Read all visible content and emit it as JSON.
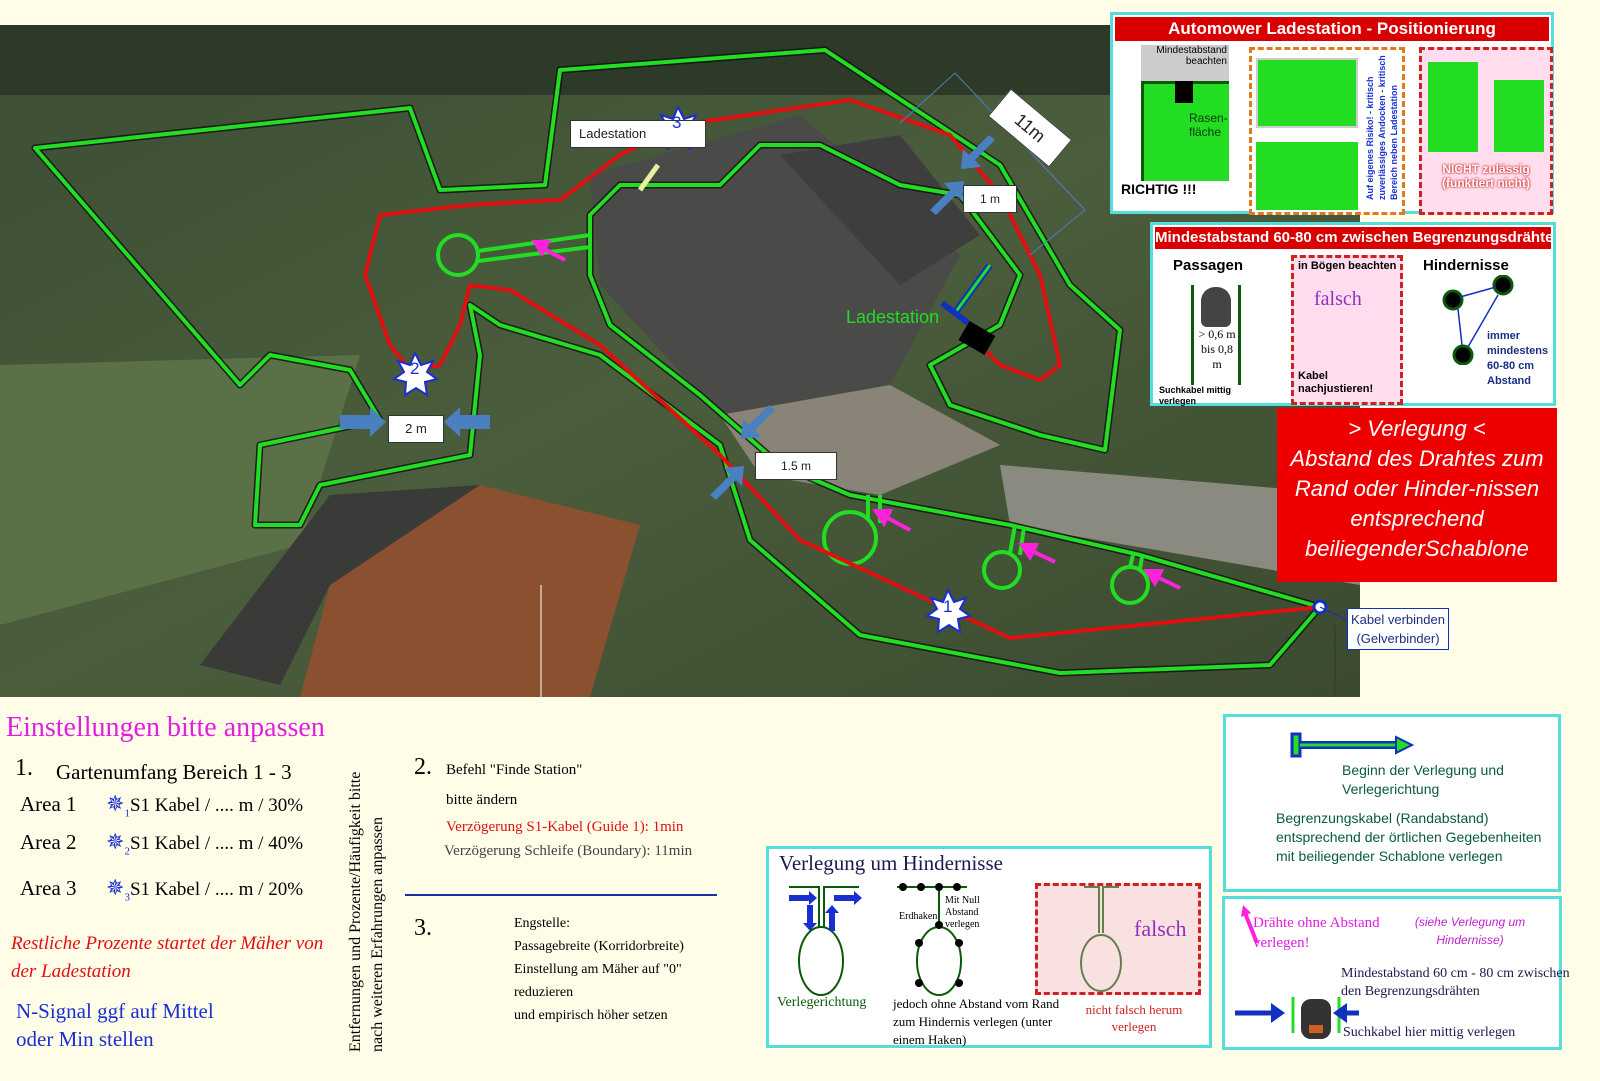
{
  "map": {
    "labels": {
      "ladestation_box": "Ladestation",
      "ladestation_green": "Ladestation",
      "dist_11m": "11m",
      "dist_1m": "1 m",
      "dist_2m": "2 m",
      "dist_15m": "1.5 m",
      "kabel_verbinden": "Kabel verbinden (Gelverbinder)"
    },
    "stars": [
      "1",
      "2",
      "3"
    ],
    "colors": {
      "boundary": "#22dd22",
      "guide": "#e01010",
      "arrow": "#4a7fc0",
      "magenta": "#ff22dd"
    }
  },
  "panel_positioning": {
    "title": "Automower Ladestation - Positionierung",
    "min_label": "Mindestabstand beachten",
    "rasen": "Rasen-fläche",
    "richtig": "RICHTIG !!!",
    "risk_text": "Auf eigenes Risiko! - kritisch zuverlässiges Andocken - kritisch Bereich neben Ladestation",
    "nicht": "NICHT zulässig (funktiert nicht)"
  },
  "panel_min": {
    "title": "Mindestabstand 60-80 cm zwischen Begrenzungsdrähten",
    "passagen": "Passagen",
    "distance": "> 0,6 m bis 0,8 m",
    "suchkabel": "Suchkabel mittig verlegen",
    "boegen": "in Bögen beachten",
    "falsch": "falsch",
    "kabel_nach": "Kabel nachjustieren!",
    "hindernisse": "Hindernisse",
    "immer": "immer mindestens 60-80 cm Abstand"
  },
  "panel_verlegung": {
    "line1": "> Verlegung <",
    "line2": "Abstand des Drahtes zum Rand oder Hinder-nissen entsprechend beiliegenderSchablone"
  },
  "settings": {
    "title": "Einstellungen bitte anpassen",
    "s1_num": "1.",
    "s1_title": "Gartenumfang Bereich 1 - 3",
    "areas": [
      {
        "name": "Area 1",
        "star": "1",
        "text": "S1 Kabel / .... m / 30%"
      },
      {
        "name": "Area 2",
        "star": "2",
        "text": "S1 Kabel / .... m / 40%"
      },
      {
        "name": "Area 3",
        "star": "3",
        "text": "S1 Kabel / .... m / 20%"
      }
    ],
    "rest": "Restliche Prozente  startet der Mäher von der Ladestation",
    "nsignal": "N-Signal ggf auf Mittel oder Min stellen",
    "vertical1": "Entfernungen und Prozente/Häufigkeit bitte",
    "vertical2": "nach weiteren Erfahrungen anpassen",
    "s2_num": "2.",
    "s2_title": "Befehl \"Finde Station\"",
    "s2_sub": "bitte ändern",
    "s2_red": "Verzögerung S1-Kabel (Guide 1): 1min",
    "s2_gray": "Verzögerung Schleife (Boundary): 11min",
    "s3_num": "3.",
    "s3_lines": [
      "Engstelle:",
      "Passagebreite (Korridorbreite)",
      "Einstellung am Mäher auf \"0\"",
      "reduzieren",
      "und empirisch höher setzen"
    ]
  },
  "hindernisse": {
    "title": "Verlegung um Hindernisse",
    "verlegerichtung": "Verlegerichtung",
    "erdhaken": "Erdhaken",
    "mit_null": "Mit Null Abstand verlegen",
    "jedoch": "jedoch ohne Abstand vom Rand zum Hindernis verlegen (unter einem Haken)",
    "falsch": "falsch",
    "nicht_falsch": "nicht falsch herum verlegen"
  },
  "legend1": {
    "beginn": "Beginn der Verlegung und Verlegerichtung",
    "begrenzung": "Begrenzungskabel (Randabstand) entsprechend der örtlichen Gegebenheiten mit beiliegender Schablone verlegen"
  },
  "legend2": {
    "draehte": "Drähte ohne Abstand verlegen!",
    "siehe": "(siehe Verlegung um Hindernisse)",
    "mindest": "Mindestabstand 60 cm - 80 cm zwischen den Begrenzungsdrähten",
    "suchkabel": "Suchkabel hier mittig verlegen"
  }
}
